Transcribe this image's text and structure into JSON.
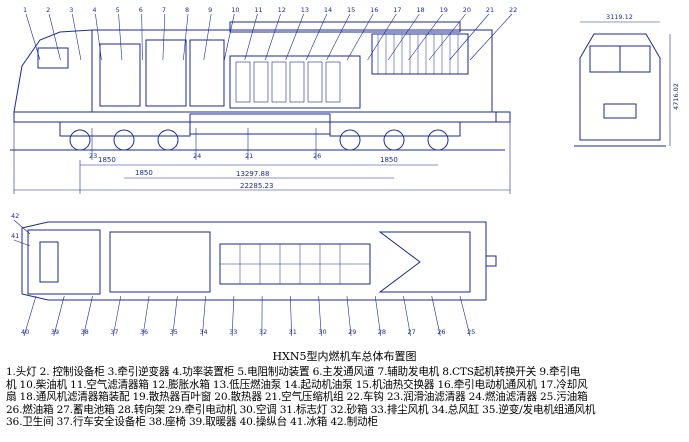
{
  "diagram": {
    "callouts_top": [
      "1",
      "2",
      "3",
      "4",
      "5",
      "6",
      "7",
      "8",
      "9",
      "10",
      "11",
      "12",
      "13",
      "14",
      "15",
      "16",
      "17",
      "18",
      "19",
      "20",
      "21",
      "22"
    ],
    "callouts_bottom_side": [
      "23",
      "24",
      "26",
      "21"
    ],
    "callouts_plan": [
      "42",
      "41",
      "40",
      "39",
      "38",
      "37",
      "36",
      "35",
      "34",
      "33",
      "32",
      "31",
      "30",
      "29",
      "28",
      "27",
      "26",
      "25"
    ],
    "dimensions": {
      "bogie": "1850",
      "bogie_spacing": "1850",
      "bogie_centres": "13297.88",
      "overall_length": "22285.23",
      "width": "3119.12",
      "height": "4716.02"
    },
    "color_line": "#1b2a9a"
  },
  "caption": "HXN5型内燃机车总体布置图",
  "legend_lines": [
    "1.头灯 2. 控制设备柜 3.牵引逆变器 4.功率装置柜 5.电阻制动装置 6.主发通风道 7.辅助发电机 8.CTS起机转换开关 9.牵引电",
    "机 10.柴油机 11.空气滤清器箱 12.膨胀水箱 13.低压燃油泵 14.起动机油泵 15.机油热交换器 16.牵引电动机通风机 17.冷却风",
    "扇 18.通风机滤清器箱装配 19.散热器百叶窗 20.散热器 21.空气压缩机组 22.车钩 23.润滑油滤清器 24.燃油滤清器 25.污油箱",
    "26.燃油箱 27.蓄电池箱 28.转向架 29.牵引电动机 30.空调 31.标志灯 32.砂箱 33.排尘风机 34.总风缸 35.逆变/发电机组通风机",
    "36.卫生间 37.行车安全设备柜 38.座椅 39.取暖器 40.操纵台 41.冰箱 42.制动柜"
  ]
}
